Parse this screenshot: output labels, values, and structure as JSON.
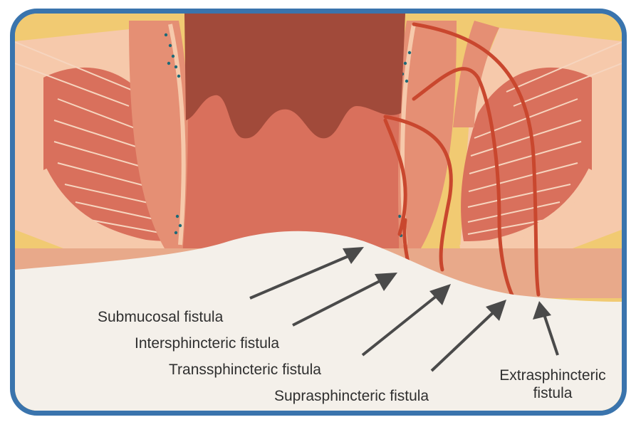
{
  "labels": {
    "submucosal": "Submucosal fistula",
    "intersphincteric": "Intersphincteric fistula",
    "transsphincteric": "Transsphincteric fistula",
    "suprasphincteric": "Suprasphincteric fistula",
    "extrasphincteric_line1": "Extrasphincteric",
    "extrasphincteric_line2": "fistula"
  },
  "colors": {
    "frame": "#3a74ad",
    "fat": "#f1ca72",
    "muscle": "#d9705c",
    "muscle_light": "#e58f74",
    "mucosa_dark": "#a14a3a",
    "tract": "#c9472e",
    "skin": "#f4f0ea",
    "arrow": "#4a4a4a"
  }
}
